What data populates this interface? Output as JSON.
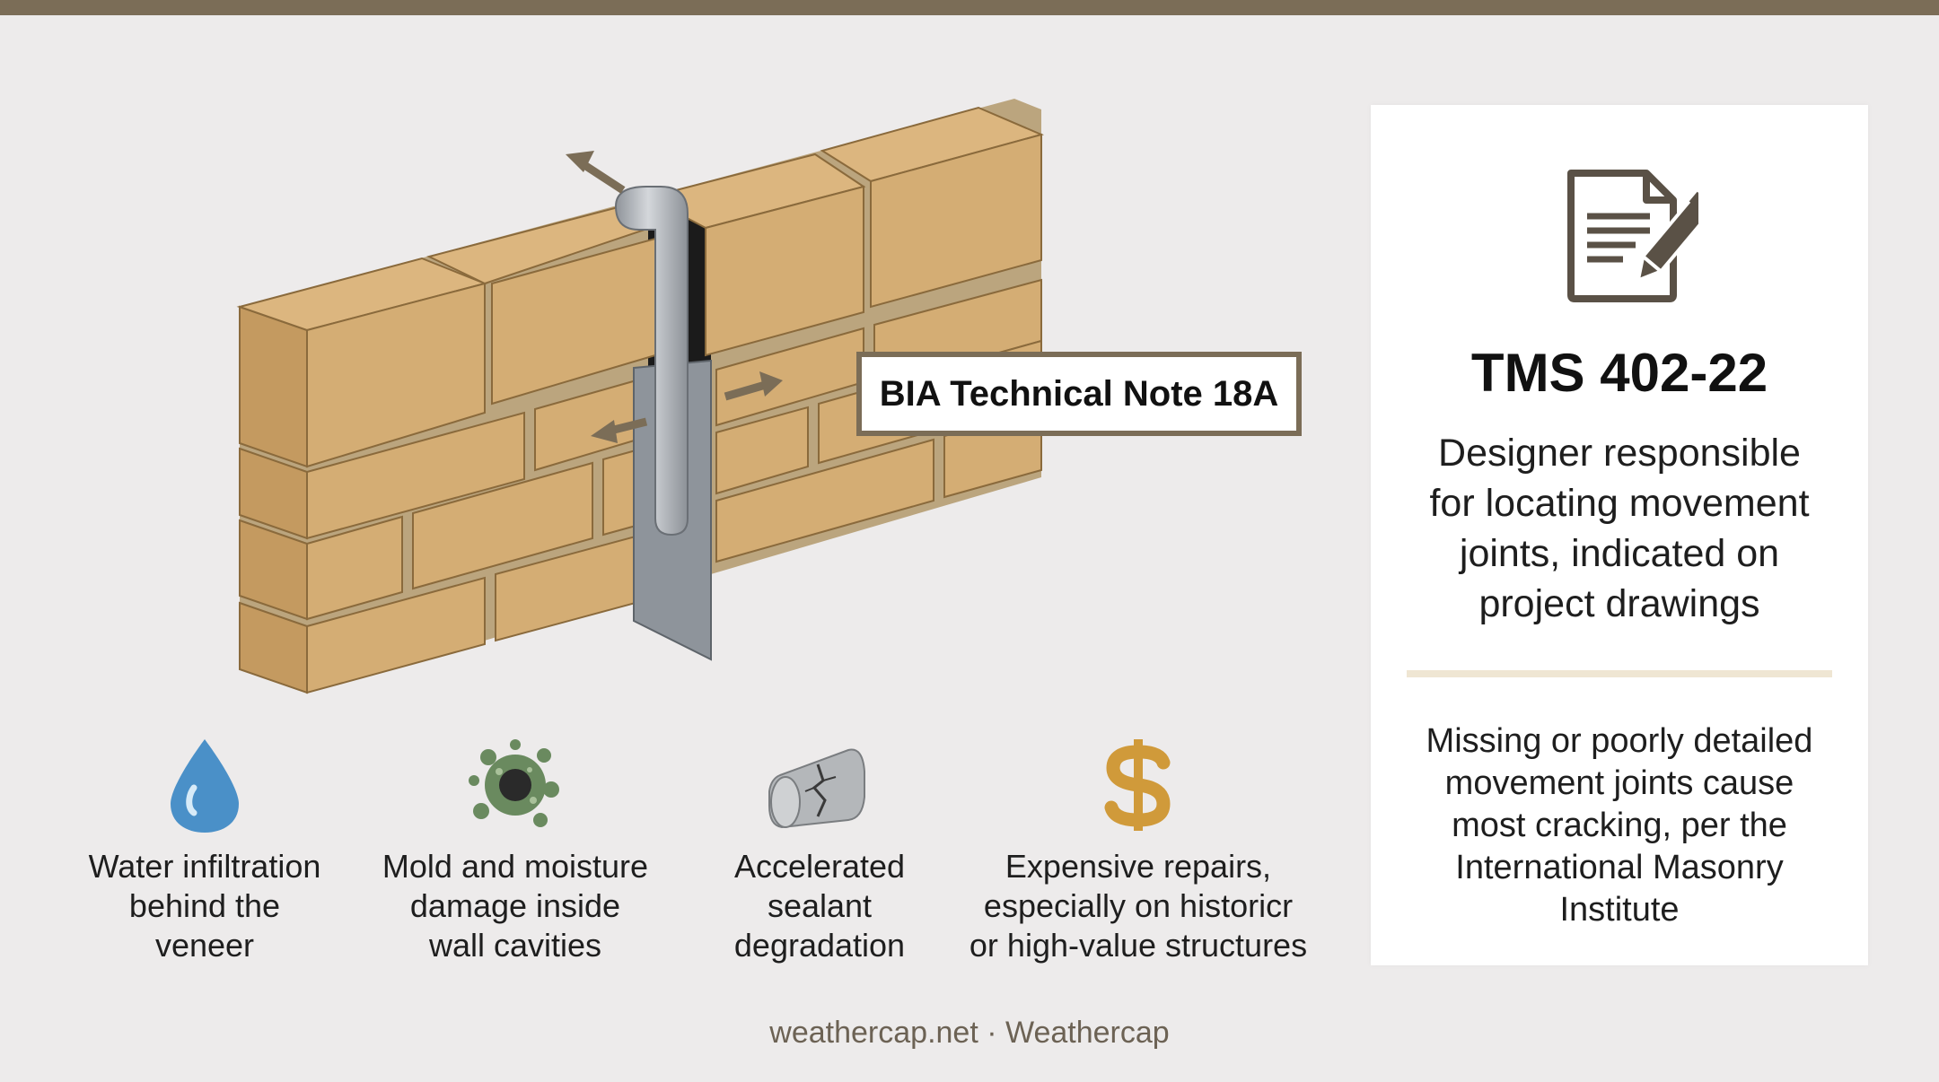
{
  "diagram": {
    "callout_label": "BIA Technical Note 18A",
    "effects": [
      {
        "label_lines": [
          "Water infiltration",
          "behind the",
          "veneer"
        ],
        "icon": "water-drop-icon"
      },
      {
        "label_lines": [
          "Mold and moisture",
          "damage inside",
          "wall cavities"
        ],
        "icon": "mold-icon"
      },
      {
        "label_lines": [
          "Accelerated",
          "sealant",
          "degradation"
        ],
        "icon": "cracked-sealant-icon"
      },
      {
        "label_lines": [
          "Expensive repairs,",
          "especially on historicr",
          "or high-value structures"
        ],
        "icon": "dollar-icon"
      }
    ]
  },
  "panel": {
    "icon": "document-pencil-icon",
    "title": "TMS 402-22",
    "description_lines": [
      "Designer responsible",
      "for locating movement",
      "joints, indicated on",
      "project drawings"
    ],
    "note_lines": [
      "Missing or poorly detailed",
      "movement joints cause",
      "most cracking, per the",
      "International Masonry",
      "Institute"
    ]
  },
  "footer": {
    "text": "weathercap.net · Weathercap"
  },
  "colors": {
    "accent_brown": "#7b6d57",
    "brick": "#d2ab72",
    "metal": "#a9adb2",
    "water_blue": "#4a90c8",
    "mold_green": "#6a8a5f",
    "dollar_gold": "#d09a3a",
    "background": "#edebeb"
  }
}
